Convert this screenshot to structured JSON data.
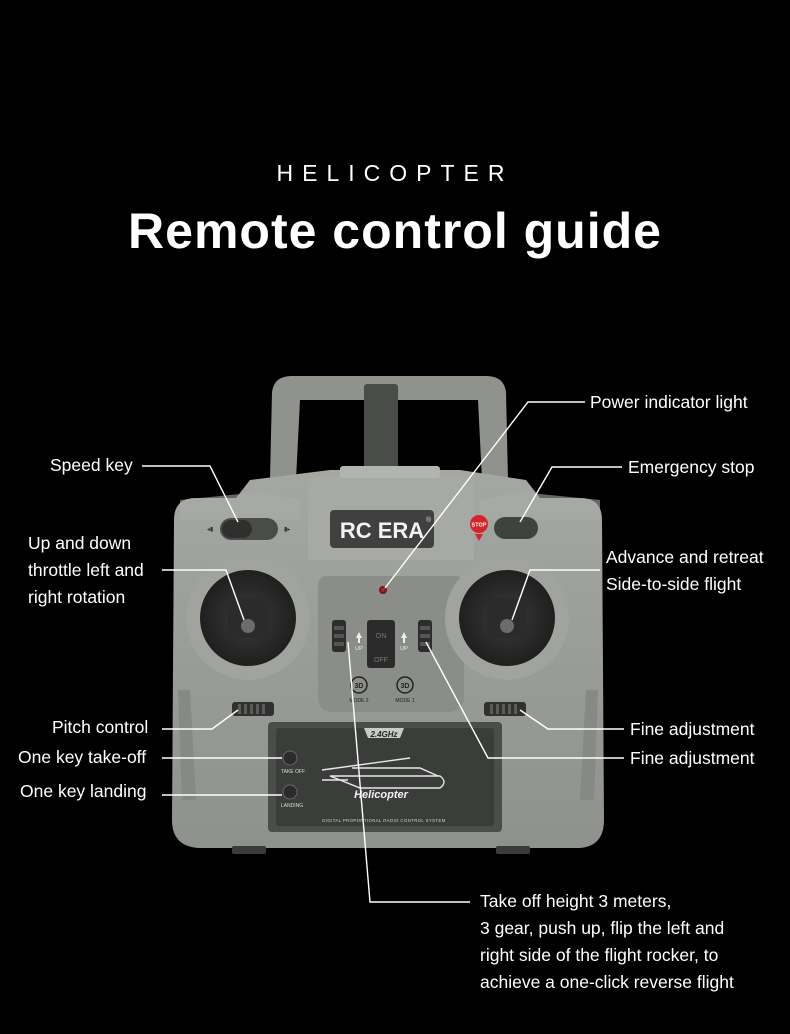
{
  "header": {
    "kicker": "HELICOPTER",
    "title": "Remote control guide"
  },
  "controller": {
    "brand": "RC ERA",
    "brand_mark": "®",
    "stop_label": "STOP",
    "on_label": "ON",
    "off_label": "OFF",
    "up_left": "UP",
    "up_right": "UP",
    "mode_left": "MODE 2",
    "mode_right": "MODE 1",
    "badge_left": "3D",
    "badge_right": "3D",
    "panel_freq": "2.4GHz",
    "takeoff_label": "TAKE OFF",
    "landing_label": "LANDING",
    "panel_logo": "Helicopter",
    "panel_footer": "DIGITAL PROPORTIONAL RADIO CONTROL SYSTEM",
    "body_color": "#9a9d98",
    "body_dark": "#7e817d",
    "stop_color": "#d8232a"
  },
  "labels": {
    "power_indicator": "Power indicator light",
    "speed_key": "Speed key",
    "emergency_stop": "Emergency stop",
    "up_down_1": "Up and down",
    "up_down_2": "throttle left and",
    "up_down_3": "right  rotation",
    "advance_1": "Advance and retreat",
    "advance_2": "Side-to-side flight",
    "pitch_control": "Pitch control",
    "fine_adjust_1": "Fine adjustment",
    "one_key_takeoff": "One key take-off",
    "fine_adjust_2": "Fine adjustment",
    "one_key_landing": "One key landing",
    "takeoff_note_1": "Take off height 3 meters,",
    "takeoff_note_2": "3 gear, push up, flip the left and",
    "takeoff_note_3": "right side of the flight rocker, to",
    "takeoff_note_4": "achieve a one-click reverse flight"
  }
}
